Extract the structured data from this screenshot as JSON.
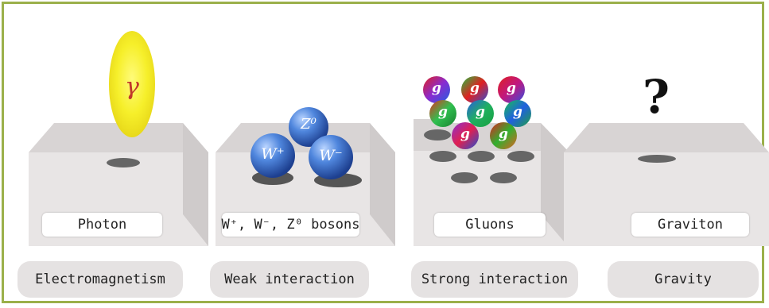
{
  "forces": [
    {
      "particle": "Photon",
      "interaction": "Electromagnetism",
      "symbol": "γ"
    },
    {
      "particle": "W⁺, W⁻, Z⁰ bosons",
      "interaction": "Weak interaction",
      "symbols": [
        "Z⁰",
        "W⁺",
        "W⁻"
      ]
    },
    {
      "particle": "Gluons",
      "interaction": "Strong interaction",
      "symbol": "g"
    },
    {
      "particle": "Graviton",
      "interaction": "Gravity",
      "symbol": "?"
    }
  ],
  "colors": {
    "border": "#9bb04a",
    "slab_top": "#d6d2d2",
    "slab_front": "#e6e2e2",
    "boson_blue": "#3a6fc9",
    "photon_yellow": "#f4ef2a"
  }
}
